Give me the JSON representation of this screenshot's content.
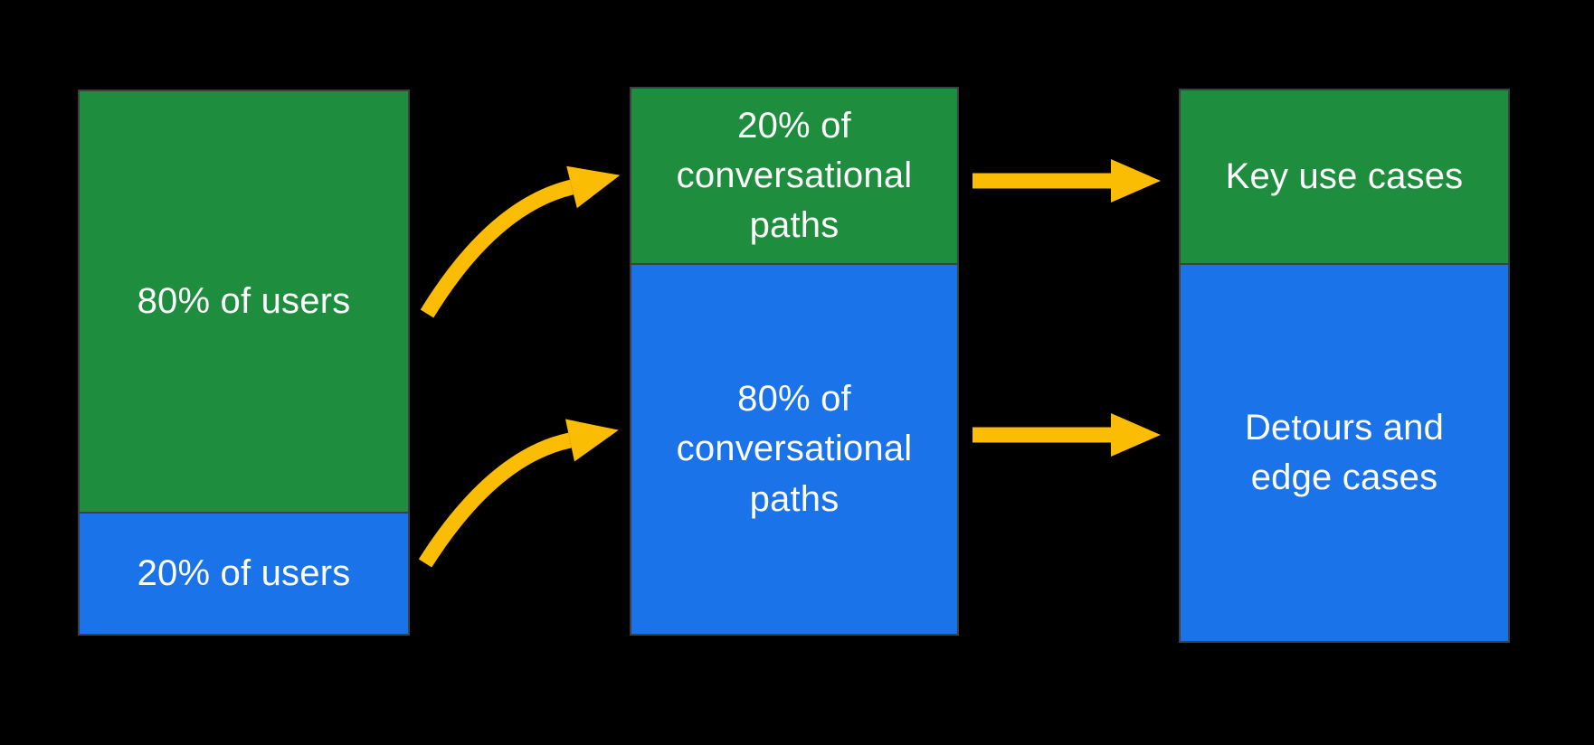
{
  "palette": {
    "background": "#000000",
    "green": "#1E8E3E",
    "blue": "#1A73E8",
    "arrow": "#FBBC04",
    "border": "#3C4043",
    "text": "#FFFFFF"
  },
  "columns": [
    {
      "id": "users",
      "segments": [
        {
          "label": "80% of users",
          "color": "#1E8E3E",
          "height": "77.5%"
        },
        {
          "label": "20% of users",
          "color": "#1A73E8",
          "height": "22.5%"
        }
      ]
    },
    {
      "id": "conversational-paths",
      "segments": [
        {
          "label": "20% of conversational paths",
          "color": "#1E8E3E",
          "height": "32%"
        },
        {
          "label": "80% of conversational paths",
          "color": "#1A73E8",
          "height": "68%"
        }
      ]
    },
    {
      "id": "use-cases",
      "segments": [
        {
          "label": "Key use cases",
          "color": "#1E8E3E",
          "height": "31.3%"
        },
        {
          "label": "Detours and edge cases",
          "color": "#1A73E8",
          "height": "68.7%"
        }
      ]
    }
  ]
}
